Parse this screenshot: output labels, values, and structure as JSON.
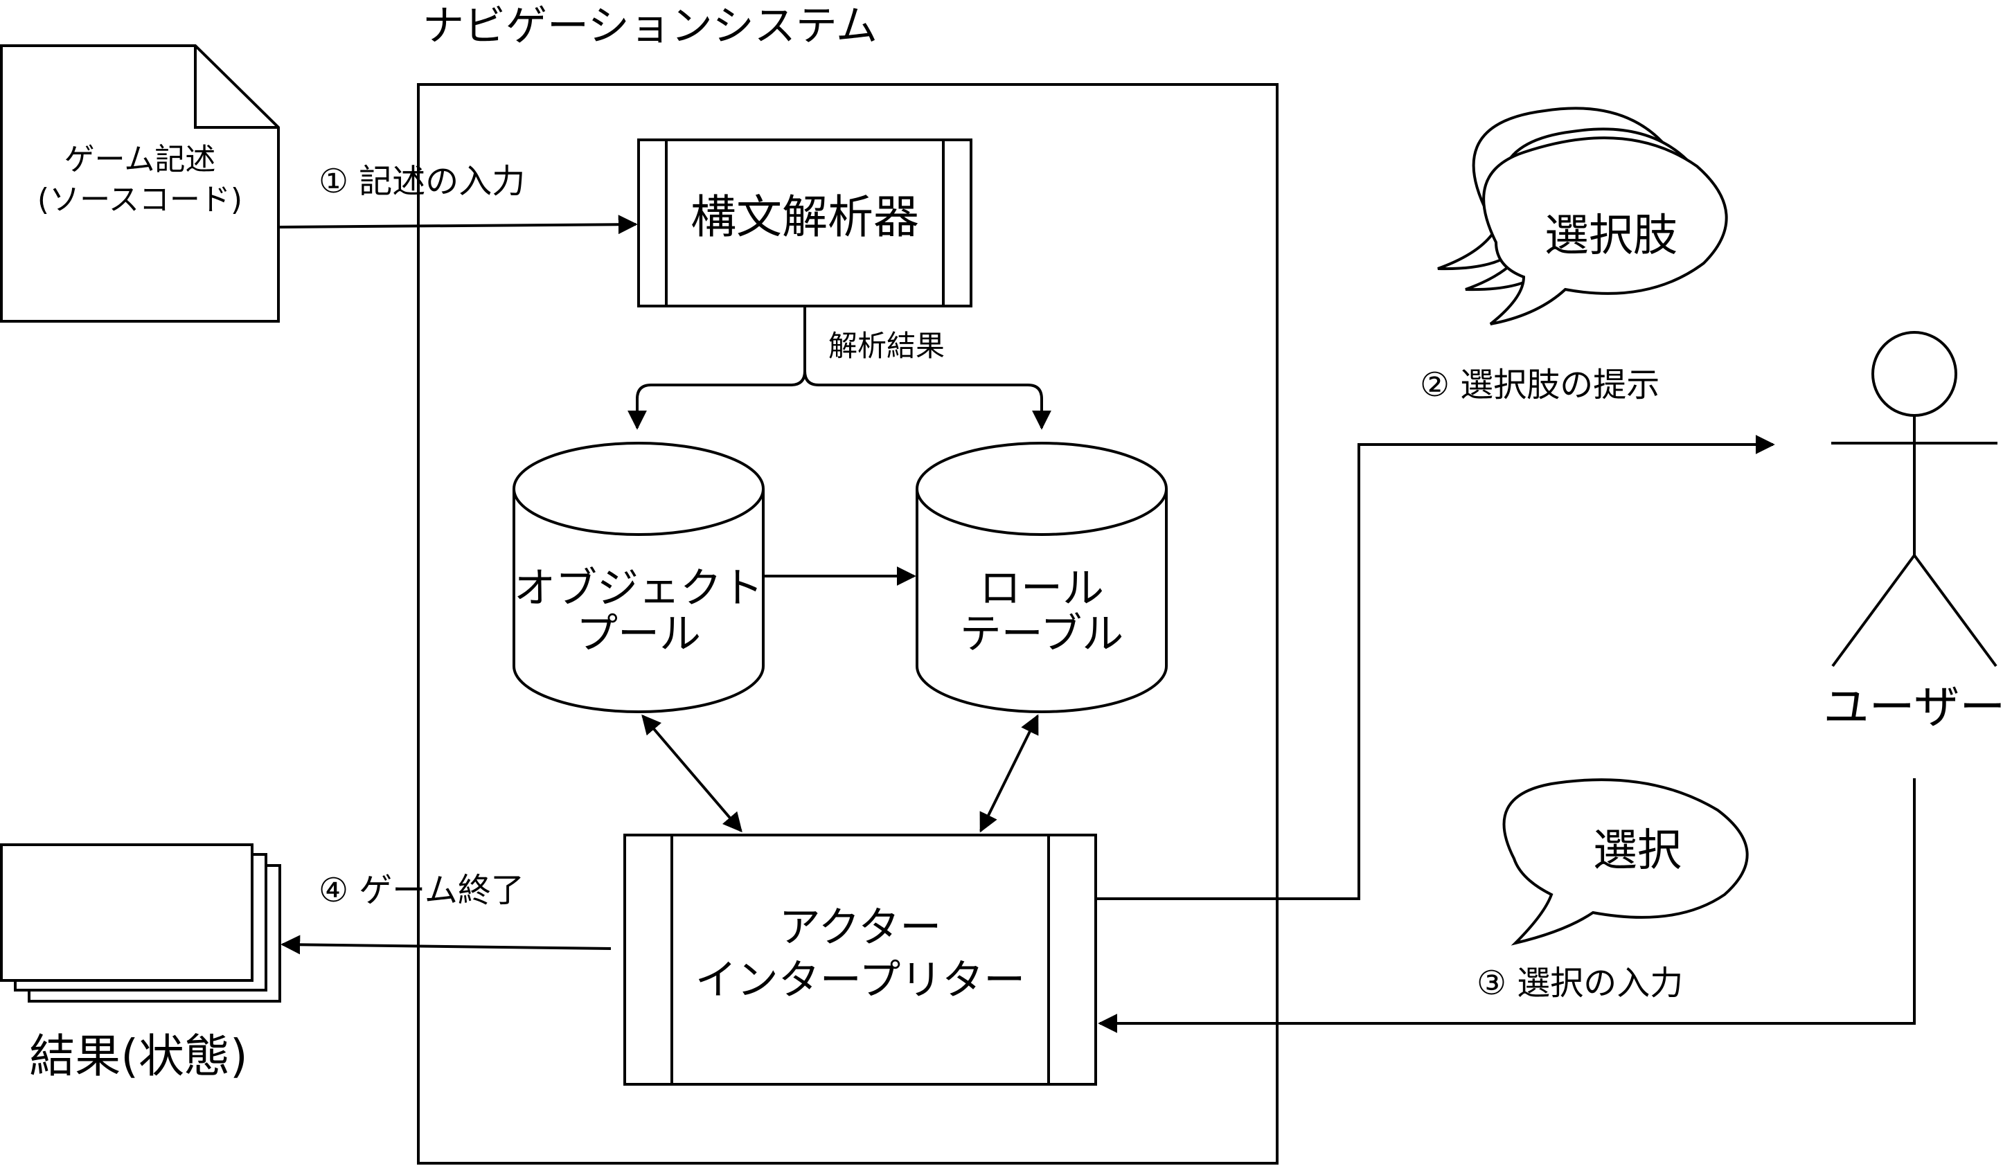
{
  "system_title": "ナビゲーションシステム",
  "game_doc": {
    "line1": "ゲーム記述",
    "line2": "(ソースコード)"
  },
  "parser": "構文解析器",
  "parse_result": "解析結果",
  "object_pool": {
    "line1": "オブジェクト",
    "line2": "プール"
  },
  "role_table": {
    "line1": "ロール",
    "line2": "テーブル"
  },
  "interpreter": {
    "line1": "アクター",
    "line2": "インタープリター"
  },
  "user": "ユーザー",
  "result": "結果(状態)",
  "bubbles": {
    "choices": "選択肢",
    "choice": "選択"
  },
  "steps": {
    "s1": "① 記述の入力",
    "s2": "② 選択肢の提示",
    "s3": "③ 選択の入力",
    "s4": "④ ゲーム終了"
  }
}
